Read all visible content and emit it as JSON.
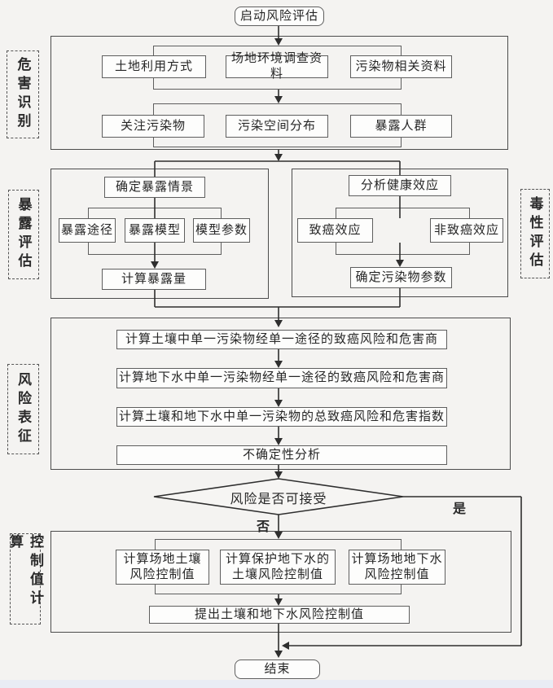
{
  "start_label": "启动风险评估",
  "end_label": "结束",
  "hazard": {
    "label": "危害识别",
    "row1": [
      "土地利用方式",
      "场地环境调查资料",
      "污染物相关资料"
    ],
    "row2": [
      "关注污染物",
      "污染空间分布",
      "暴露人群"
    ]
  },
  "exposure": {
    "label": "暴露评估",
    "scenario": "确定暴露情景",
    "items": [
      "暴露途径",
      "暴露模型",
      "模型参数"
    ],
    "result": "计算暴露量"
  },
  "toxicity": {
    "label": "毒性评估",
    "analyze": "分析健康效应",
    "items": [
      "致癌效应",
      "非致癌效应"
    ],
    "result": "确定污染物参数"
  },
  "characterization": {
    "label": "风险表征",
    "steps": [
      "计算土壤中单一污染物经单一途径的致癌风险和危害商",
      "计算地下水中单一污染物经单一途径的致癌风险和危害商",
      "计算土壤和地下水中单一污染物的总致癌风险和危害指数",
      "不确定性分析"
    ]
  },
  "decision": {
    "question": "风险是否可接受",
    "yes": "是",
    "no": "否"
  },
  "control": {
    "label": "控制值计算",
    "boxes": [
      {
        "line1": "计算场地土壤",
        "line2": "风险控制值"
      },
      {
        "line1": "计算保护地下水的",
        "line2": "土壤风险控制值"
      },
      {
        "line1": "计算场地地下水",
        "line2": "风险控制值"
      }
    ],
    "result": "提出土壤和地下水风险控制值"
  },
  "colors": {
    "background": "#f4f3f1",
    "line": "#2e2e2e",
    "box_border": "#5e5e5e",
    "footer_strip": "#e9ecf4"
  }
}
